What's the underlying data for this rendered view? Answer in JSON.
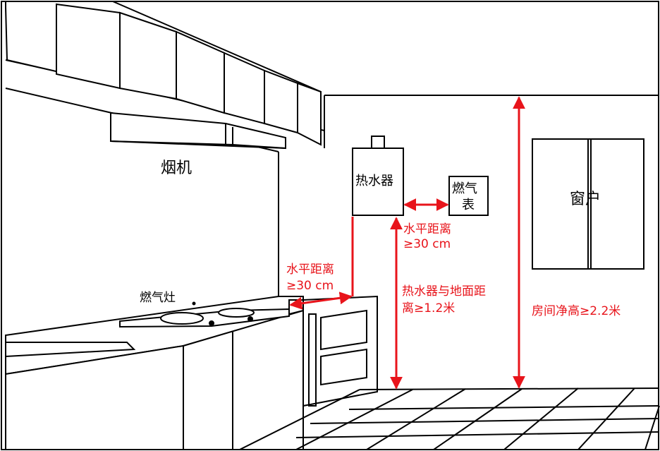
{
  "labels": {
    "hood": "烟机",
    "heater": "热水器",
    "meter_line1": "燃气",
    "meter_line2": "表",
    "window": "窗户",
    "stove": "燃气灶",
    "horiz1_line1": "水平距离",
    "horiz1_line2": "≥30 cm",
    "horiz2_line1": "水平距离",
    "horiz2_line2": "≥30 cm",
    "vert_line1": "热水器与地面距",
    "vert_line2": "离≥1.2米",
    "room_height": "房间净高≥2.2米"
  },
  "colors": {
    "line": "#000000",
    "dimension": "#e8141b",
    "background": "#ffffff"
  }
}
